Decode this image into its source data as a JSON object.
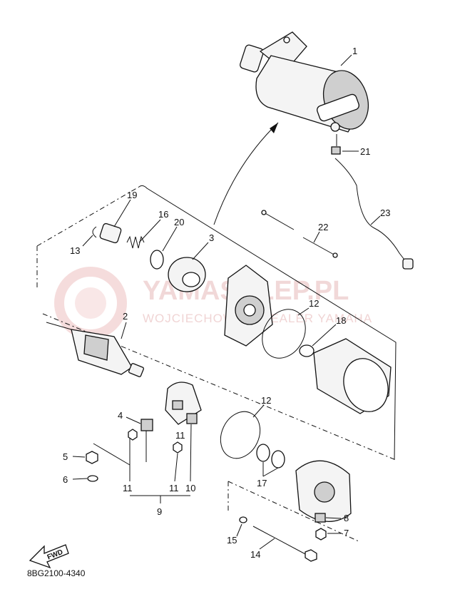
{
  "diagram_code": "8BG2100-4340",
  "fwd_label": "FWD",
  "watermark": {
    "title": "YAMASKLEP.PL",
    "subtitle": "WOJCIECHOWSKI DEALER YAMAHA"
  },
  "callouts": [
    {
      "key": "1",
      "text": "1"
    },
    {
      "key": "2",
      "text": "2"
    },
    {
      "key": "3",
      "text": "3"
    },
    {
      "key": "4",
      "text": "4"
    },
    {
      "key": "5",
      "text": "5"
    },
    {
      "key": "6",
      "text": "6"
    },
    {
      "key": "7",
      "text": "7"
    },
    {
      "key": "8",
      "text": "8"
    },
    {
      "key": "9",
      "text": "9"
    },
    {
      "key": "10",
      "text": "10"
    },
    {
      "key": "11a",
      "text": "11"
    },
    {
      "key": "11b",
      "text": "11"
    },
    {
      "key": "11c",
      "text": "11"
    },
    {
      "key": "12a",
      "text": "12"
    },
    {
      "key": "12b",
      "text": "12"
    },
    {
      "key": "13",
      "text": "13"
    },
    {
      "key": "14",
      "text": "14"
    },
    {
      "key": "15",
      "text": "15"
    },
    {
      "key": "16",
      "text": "16"
    },
    {
      "key": "17",
      "text": "17"
    },
    {
      "key": "18",
      "text": "18"
    },
    {
      "key": "19",
      "text": "19"
    },
    {
      "key": "20",
      "text": "20"
    },
    {
      "key": "21",
      "text": "21"
    },
    {
      "key": "22",
      "text": "22"
    },
    {
      "key": "23",
      "text": "23"
    }
  ]
}
